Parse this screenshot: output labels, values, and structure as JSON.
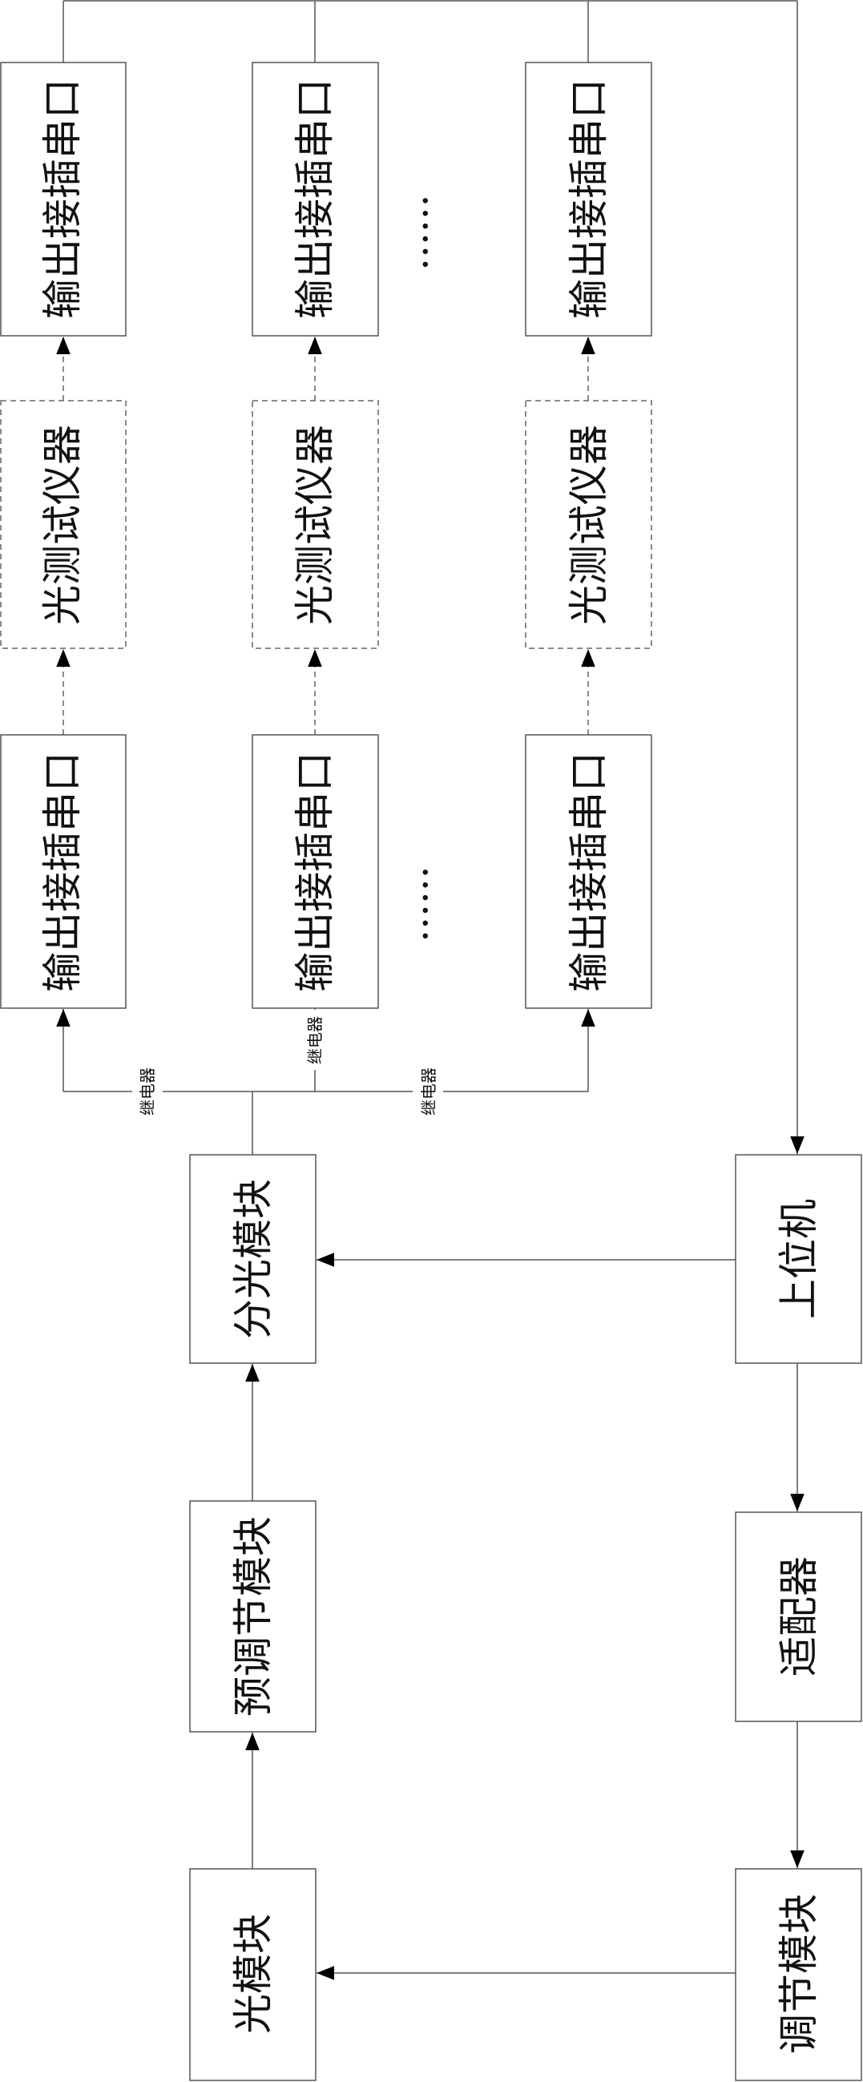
{
  "output_port": "输出接插串口",
  "optical_tester": "光测试仪器",
  "relay": "继电器",
  "ellipsis": "······",
  "splitter_module": "分光模块",
  "host_computer": "上位机",
  "pre_adjust_module": "预调节模块",
  "adapter": "适配器",
  "optical_module": "光模块",
  "adjust_module": "调节模块"
}
